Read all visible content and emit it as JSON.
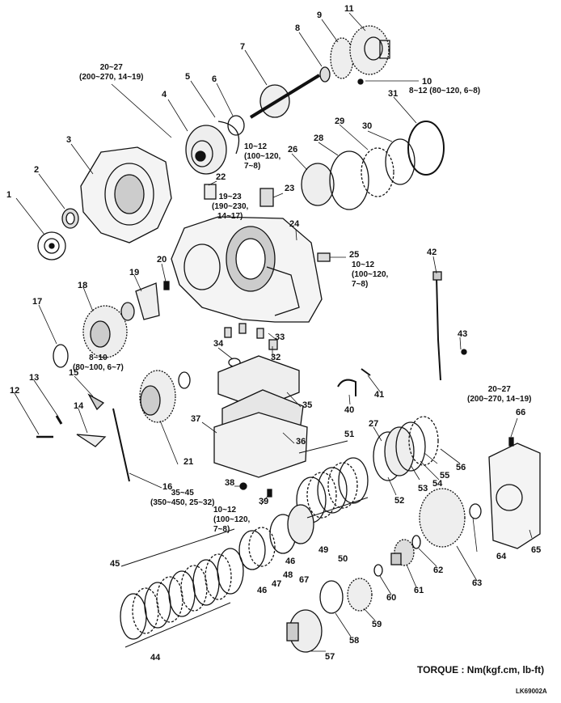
{
  "diagram": {
    "legend": "TORQUE : Nm(kgf.cm, lb-ft)",
    "drawing_code": "LK69002A",
    "part_numbers": [
      "1",
      "2",
      "3",
      "4",
      "5",
      "6",
      "7",
      "8",
      "9",
      "10",
      "11",
      "12",
      "13",
      "14",
      "15",
      "16",
      "17",
      "18",
      "19",
      "20",
      "21",
      "22",
      "23",
      "24",
      "25",
      "26",
      "27",
      "28",
      "29",
      "30",
      "31",
      "32",
      "33",
      "34",
      "35",
      "36",
      "37",
      "38",
      "39",
      "40",
      "41",
      "42",
      "43",
      "44",
      "45",
      "46",
      "46",
      "47",
      "48",
      "49",
      "50",
      "51",
      "52",
      "53",
      "54",
      "55",
      "56",
      "57",
      "58",
      "59",
      "60",
      "61",
      "62",
      "63",
      "64",
      "65",
      "66",
      "67"
    ],
    "torque_specs": [
      "20~27\n(200~270, 14~19)",
      "8~12 (80~120, 6~8)",
      "10~12\n(100~120,\n7~8)",
      "19~23\n(190~230,\n14~17)",
      "10~12\n(100~120,\n7~8)",
      "8~10\n(80~100, 6~7)",
      "20~27\n(200~270, 14~19)",
      "35~45\n(350~450, 25~32)",
      "10~12\n(100~120,\n7~8)"
    ]
  }
}
